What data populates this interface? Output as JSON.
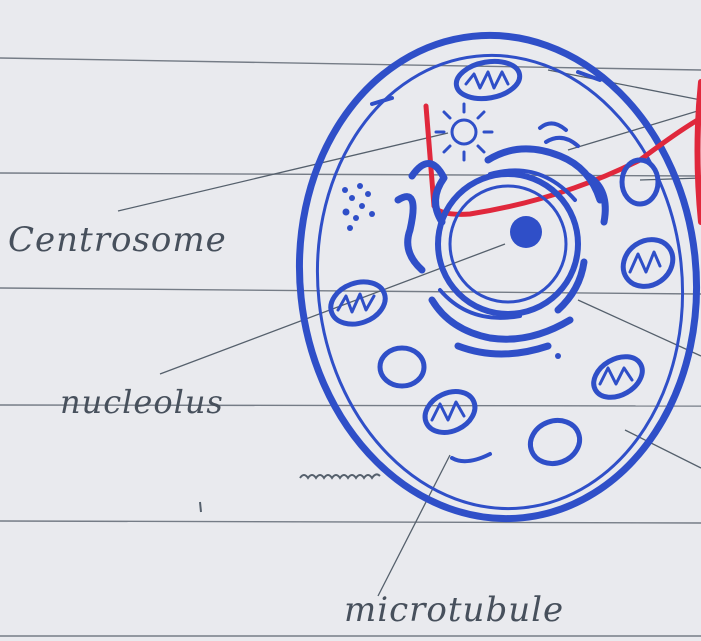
{
  "labels": {
    "centrosome": "Centrosome",
    "nucleolus": "nucleolus",
    "microtubule": "microtubule"
  },
  "colors": {
    "paper": "#e9eaee",
    "ruled_line": "#4f5864",
    "ink_blue": "#2f4fc8",
    "ink_red": "#e0283c",
    "pencil": "#47505c"
  }
}
